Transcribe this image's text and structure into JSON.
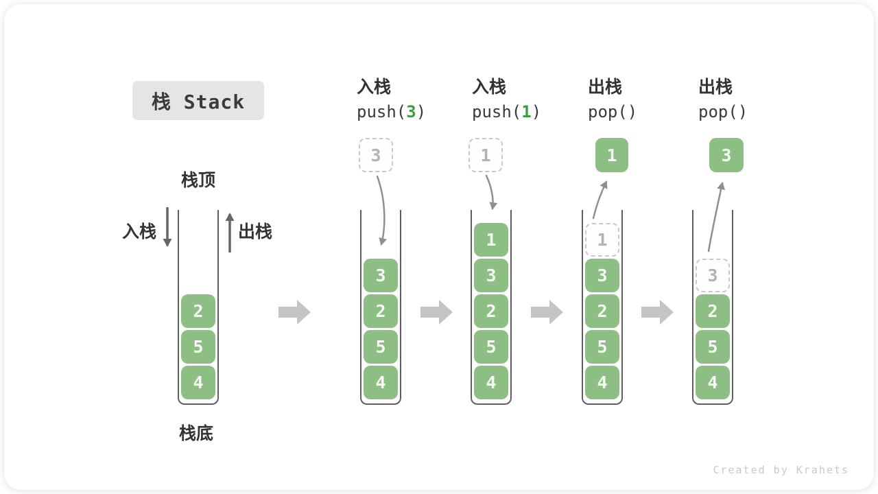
{
  "title": {
    "label": "栈 Stack"
  },
  "legend": {
    "stack_top": "栈顶",
    "stack_bottom": "栈底",
    "push": "入栈",
    "pop": "出栈"
  },
  "columns": [
    {
      "name": "initial",
      "cells": [
        "2",
        "5",
        "4"
      ]
    },
    {
      "name": "after-push-3",
      "op_cn": "入栈",
      "code_pre": "push(",
      "arg": "3",
      "code_post": ")",
      "staged": "3",
      "cells": [
        "3",
        "2",
        "5",
        "4"
      ]
    },
    {
      "name": "after-push-1",
      "op_cn": "入栈",
      "code_pre": "push(",
      "arg": "1",
      "code_post": ")",
      "staged": "1",
      "cells": [
        "1",
        "3",
        "2",
        "5",
        "4"
      ]
    },
    {
      "name": "after-pop-1",
      "op_cn": "出栈",
      "code_pre": "pop(",
      "arg": "",
      "code_post": ")",
      "popped": "1",
      "ghost": "1",
      "cells": [
        "3",
        "2",
        "5",
        "4"
      ]
    },
    {
      "name": "after-pop-3",
      "op_cn": "出栈",
      "code_pre": "pop(",
      "arg": "",
      "code_post": ")",
      "popped": "3",
      "ghost": "3",
      "cells": [
        "2",
        "5",
        "4"
      ]
    }
  ],
  "watermark": "Created by Krahets",
  "colors": {
    "cell_green": "#8dbf84",
    "accent_green": "#3f9b3f",
    "arrow_gray": "#8f8f8f",
    "block_arrow_gray": "#c4c4c4",
    "title_bg": "#e5e5e5"
  }
}
